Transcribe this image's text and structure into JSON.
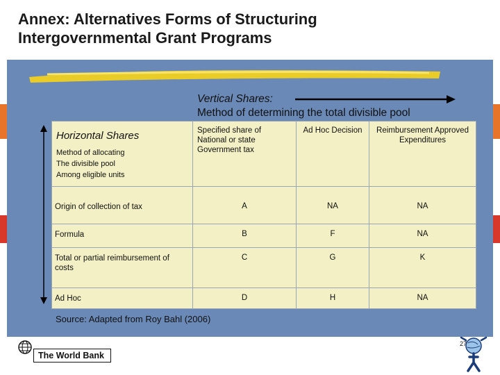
{
  "title": {
    "line1": "Annex: Alternatives Forms of Structuring",
    "line2": "Intergovernmental Grant Programs"
  },
  "vertical_shares": {
    "line1": "Vertical Shares:",
    "line2": "Method of determining the total divisible pool"
  },
  "horizontal_shares": {
    "title": "Horizontal Shares",
    "subtitle": "Method of allocating\nThe divisible pool\nAmong eligible units"
  },
  "columns": [
    "Specified share of National or state Government tax",
    "Ad Hoc Decision",
    "Reimbursement Approved Expenditures"
  ],
  "rows": [
    {
      "label": "Origin of collection of tax",
      "values": [
        "A",
        "NA",
        "NA"
      ]
    },
    {
      "label": "Formula",
      "values": [
        "B",
        "F",
        "NA"
      ]
    },
    {
      "label": "Total or partial reimbursement of costs",
      "values": [
        "C",
        "G",
        "K"
      ]
    },
    {
      "label": "Ad Hoc",
      "values": [
        "D",
        "H",
        "NA"
      ]
    }
  ],
  "source": "Source: Adapted from Roy Bahl (2006)",
  "page_number": "27",
  "logo_text": "The World Bank",
  "colors": {
    "panel": "#6a89b6",
    "cell": "#f2f0c4",
    "highlight": "#f0d020",
    "strip_orange": "#e8742a",
    "strip_red": "#d8382a"
  }
}
